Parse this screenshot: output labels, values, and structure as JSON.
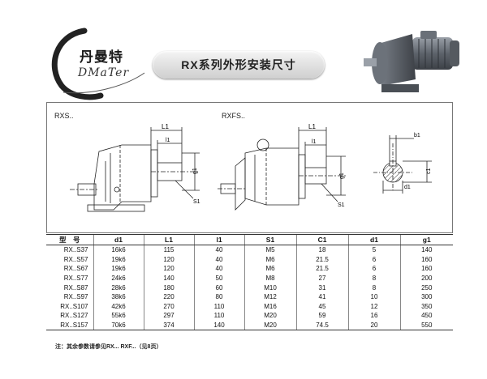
{
  "brand": {
    "name_cn": "丹曼特",
    "name_script": "DMaTer"
  },
  "title": "RX系列外形安装尺寸",
  "drawings": {
    "rxs_label": "RXS..",
    "rxfs_label": "RXFS..",
    "dims": {
      "l1": "L1",
      "i1": "l1",
      "g1": "g1",
      "s1": "S1",
      "b1": "b1",
      "c1": "c1",
      "d1": "d1"
    }
  },
  "table": {
    "headers": [
      "型　号",
      "d1",
      "L1",
      "l1",
      "S1",
      "C1",
      "d1",
      "g1"
    ],
    "rows": [
      [
        "RX..S37",
        "16k6",
        "115",
        "40",
        "M5",
        "18",
        "5",
        "140"
      ],
      [
        "RX..S57",
        "19k6",
        "120",
        "40",
        "M6",
        "21.5",
        "6",
        "160"
      ],
      [
        "RX..S67",
        "19k6",
        "120",
        "40",
        "M6",
        "21.5",
        "6",
        "160"
      ],
      [
        "RX..S77",
        "24k6",
        "140",
        "50",
        "M8",
        "27",
        "8",
        "200"
      ],
      [
        "RX..S87",
        "28k6",
        "180",
        "60",
        "M10",
        "31",
        "8",
        "250"
      ],
      [
        "RX..S97",
        "38k6",
        "220",
        "80",
        "M12",
        "41",
        "10",
        "300"
      ],
      [
        "RX..S107",
        "42k6",
        "270",
        "110",
        "M16",
        "45",
        "12",
        "350"
      ],
      [
        "RX..S127",
        "55k6",
        "297",
        "110",
        "M20",
        "59",
        "16",
        "450"
      ],
      [
        "RX..S157",
        "70k6",
        "374",
        "140",
        "M20",
        "74.5",
        "20",
        "550"
      ]
    ]
  },
  "note": "注：其余参数请参见RX... RXF...（见8页）"
}
